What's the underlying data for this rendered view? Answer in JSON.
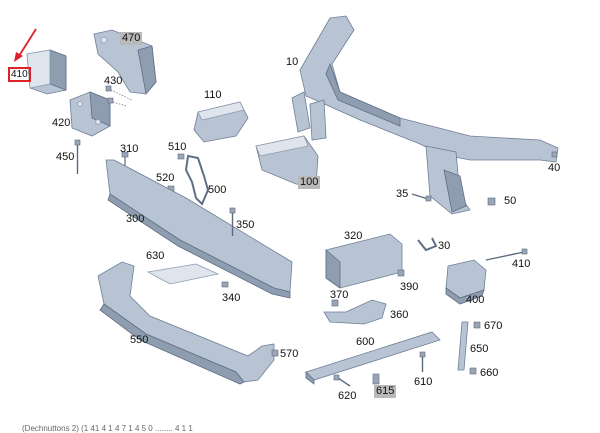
{
  "callouts": [
    {
      "id": "c410a",
      "text": "410",
      "style": "outlined"
    },
    {
      "id": "c470",
      "text": "470",
      "style": "boxed"
    },
    {
      "id": "c430",
      "text": "430",
      "style": "plain"
    },
    {
      "id": "c420",
      "text": "420",
      "style": "plain"
    },
    {
      "id": "c450",
      "text": "450",
      "style": "plain"
    },
    {
      "id": "c110",
      "text": "110",
      "style": "plain"
    },
    {
      "id": "c10",
      "text": "10",
      "style": "plain"
    },
    {
      "id": "c310",
      "text": "310",
      "style": "plain"
    },
    {
      "id": "c510",
      "text": "510",
      "style": "plain"
    },
    {
      "id": "c520",
      "text": "520",
      "style": "plain"
    },
    {
      "id": "c500",
      "text": "500",
      "style": "plain"
    },
    {
      "id": "c100",
      "text": "100",
      "style": "boxed"
    },
    {
      "id": "c40",
      "text": "40",
      "style": "plain"
    },
    {
      "id": "c35",
      "text": "35",
      "style": "plain"
    },
    {
      "id": "c50",
      "text": "50",
      "style": "plain"
    },
    {
      "id": "c300",
      "text": "300",
      "style": "plain"
    },
    {
      "id": "c350",
      "text": "350",
      "style": "plain"
    },
    {
      "id": "c320",
      "text": "320",
      "style": "plain"
    },
    {
      "id": "c30",
      "text": "30",
      "style": "plain"
    },
    {
      "id": "c410b",
      "text": "410",
      "style": "plain"
    },
    {
      "id": "c630",
      "text": "630",
      "style": "plain"
    },
    {
      "id": "c390",
      "text": "390",
      "style": "plain"
    },
    {
      "id": "c400",
      "text": "400",
      "style": "plain"
    },
    {
      "id": "c340",
      "text": "340",
      "style": "plain"
    },
    {
      "id": "c370",
      "text": "370",
      "style": "plain"
    },
    {
      "id": "c360",
      "text": "360",
      "style": "plain"
    },
    {
      "id": "c670",
      "text": "670",
      "style": "plain"
    },
    {
      "id": "c550",
      "text": "550",
      "style": "plain"
    },
    {
      "id": "c600",
      "text": "600",
      "style": "plain"
    },
    {
      "id": "c650",
      "text": "650",
      "style": "plain"
    },
    {
      "id": "c570",
      "text": "570",
      "style": "plain"
    },
    {
      "id": "c660",
      "text": "660",
      "style": "plain"
    },
    {
      "id": "c610",
      "text": "610",
      "style": "plain"
    },
    {
      "id": "c620",
      "text": "620",
      "style": "plain"
    },
    {
      "id": "c615",
      "text": "615",
      "style": "boxed"
    }
  ],
  "footer_text": "(Dechnuttons 2) (1 41 4 1 4 7 1 4 5 0 ........ 4 1 1",
  "colors": {
    "part": "#b8c4d3",
    "outline": "#6f7f95",
    "highlight_arrow": "#e0202a",
    "label_box": "#b9b9b9"
  }
}
